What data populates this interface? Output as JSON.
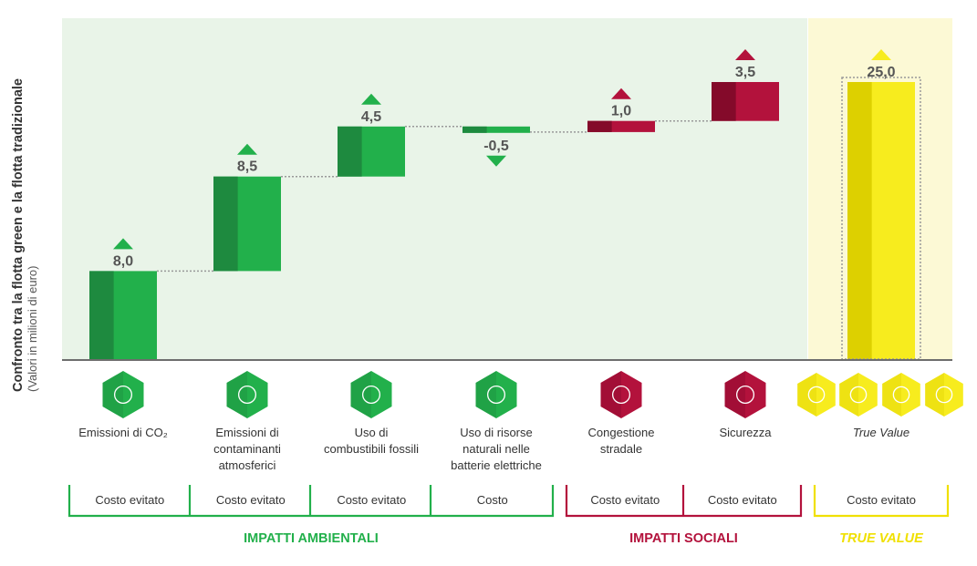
{
  "colors": {
    "green": "#22b04b",
    "green_dark": "#1e8a3f",
    "green_bg": "#e9f4e8",
    "red": "#b3123c",
    "red_dark": "#840a2a",
    "yellow": "#f7ec1e",
    "yellow_dark": "#ddd000",
    "yellow_bg": "#fcf9d5",
    "label_gray": "#555555",
    "axis": "#6d6d6d"
  },
  "chart": {
    "ylabel_main": "Confronto tra la flotta green e la flotta tradizionale",
    "ylabel_sub": "(Valori in milioni di euro)"
  },
  "chart_data": {
    "type": "bar",
    "subtype": "waterfall",
    "categories": [
      "Emissioni di CO2",
      "Emissioni di contaminanti atmosferici",
      "Uso di combustibili fossili",
      "Uso di risorse naturali nelle batterie elettriche",
      "Congestione stradale",
      "Sicurezza",
      "True Value"
    ],
    "values": [
      8.0,
      8.5,
      4.5,
      -0.5,
      1.0,
      3.5,
      25.0
    ],
    "value_labels": [
      "8,0",
      "8,5",
      "4,5",
      "-0,5",
      "1,0",
      "3,5",
      "25,0"
    ],
    "groups": [
      "ambientali",
      "ambientali",
      "ambientali",
      "ambientali",
      "sociali",
      "sociali",
      "total"
    ],
    "ylabel": "Confronto tra la flotta green e la flotta tradizionale (Valori in milioni di euro)",
    "ylim": [
      0,
      30
    ],
    "grid": false
  },
  "categories_display": [
    {
      "lines": [
        "Emissioni di CO₂"
      ],
      "italic": false
    },
    {
      "lines": [
        "Emissioni di",
        "contaminanti",
        "atmosferici"
      ],
      "italic": false
    },
    {
      "lines": [
        "Uso di",
        "combustibili fossili"
      ],
      "italic": false
    },
    {
      "lines": [
        "Uso di risorse",
        "naturali nelle",
        "batterie elettriche"
      ],
      "italic": false
    },
    {
      "lines": [
        "Congestione",
        "stradale"
      ],
      "italic": false
    },
    {
      "lines": [
        "Sicurezza"
      ],
      "italic": false
    },
    {
      "lines": [
        "True Value"
      ],
      "italic": true
    }
  ],
  "icons": [
    "co2-icon",
    "smog-icon",
    "oil-pump-icon",
    "battery-mine-icon",
    "congestion-icon",
    "safety-person-icon",
    "vehicles-icon"
  ],
  "groups": {
    "ambientali": {
      "title": "IMPATTI AMBIENTALI",
      "cells": [
        "Costo evitato",
        "Costo evitato",
        "Costo evitato",
        "Costo"
      ]
    },
    "sociali": {
      "title": "IMPATTI SOCIALI",
      "cells": [
        "Costo evitato",
        "Costo evitato"
      ]
    },
    "truevalue": {
      "title": "TRUE VALUE",
      "cells": [
        "Costo evitato"
      ]
    }
  }
}
